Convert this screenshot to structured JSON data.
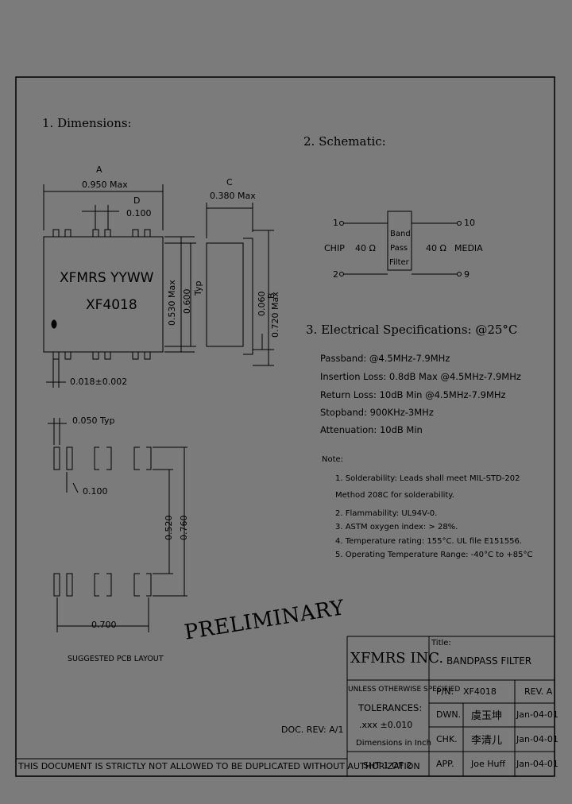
{
  "sections": {
    "dimensions": "1. Dimensions:",
    "schematic": "2. Schematic:",
    "electrical": "3. Electrical Specifications: @25°C"
  },
  "dims": {
    "a_letter": "A",
    "a_value": "0.950 Max",
    "d_letter": "D",
    "d_value": "0.100",
    "c_letter": "C",
    "c_value": "0.380 Max",
    "marking_line1": "XFMRS YYWW",
    "marking_line2": "XF4018",
    "h_530": "0.530 Max",
    "h_600": "0.600",
    "h_600_typ": "Typ",
    "h_060": "0.060",
    "h_b": "B",
    "h_720": "0.720 Max",
    "pin_width": "0.018±0.002"
  },
  "pcb": {
    "pad_width": "0.050 Typ",
    "pitch": "0.100",
    "v_520": "0.520",
    "v_760": "0.760",
    "h_700": "0.700",
    "caption": "SUGGESTED PCB LAYOUT"
  },
  "schematic": {
    "pin1": "1",
    "pin2": "2",
    "pin10": "10",
    "pin9": "9",
    "chip": "CHIP",
    "ohm_left": "40 Ω",
    "ohm_right": "40 Ω",
    "media": "MEDIA",
    "box_line1": "Band",
    "box_line2": "Pass",
    "box_line3": "Filter"
  },
  "specs": [
    "Passband: @4.5MHz-7.9MHz",
    "Insertion Loss: 0.8dB Max @4.5MHz-7.9MHz",
    "Return Loss: 10dB Min @4.5MHz-7.9MHz",
    "Stopband: 900KHz-3MHz",
    "Attenuation: 10dB Min"
  ],
  "notes": {
    "heading": "Note:",
    "items": [
      "1. Solderability: Leads shall meet MIL-STD-202",
      "    Method 208C for solderability.",
      "2. Flammability: UL94V-0.",
      "3. ASTM oxygen index: > 28%.",
      "4. Temperature rating: 155°C. UL file E151556.",
      "5. Operating Temperature Range: -40°C to +85°C"
    ]
  },
  "stamp": "PRELIMINARY",
  "doc_rev": "DOC. REV: A/1",
  "title_block": {
    "company": "XFMRS INC.",
    "title_label": "Title:",
    "title": "BANDPASS FILTER",
    "unless": "UNLESS OTHERWISE SPECIFIED",
    "pn_label": "P/N:",
    "pn": "XF4018",
    "rev": "REV. A",
    "tolerances": "TOLERANCES:",
    "tol_value": ".xxx ±0.010",
    "dims_in": "Dimensions in Inch",
    "dwn_label": "DWN.",
    "dwn_sig": "虞玉坤",
    "dwn_date": "Jan-04-01",
    "chk_label": "CHK.",
    "chk_sig": "李清儿",
    "chk_date": "Jan-04-01",
    "app_label": "APP.",
    "app_sig": "Joe Huff",
    "app_date": "Jan-04-01",
    "sheet": "SHT 1 OF 2"
  },
  "footer": "THIS DOCUMENT IS STRICTLY NOT ALLOWED TO BE DUPLICATED WITHOUT AUTHORIZATION"
}
